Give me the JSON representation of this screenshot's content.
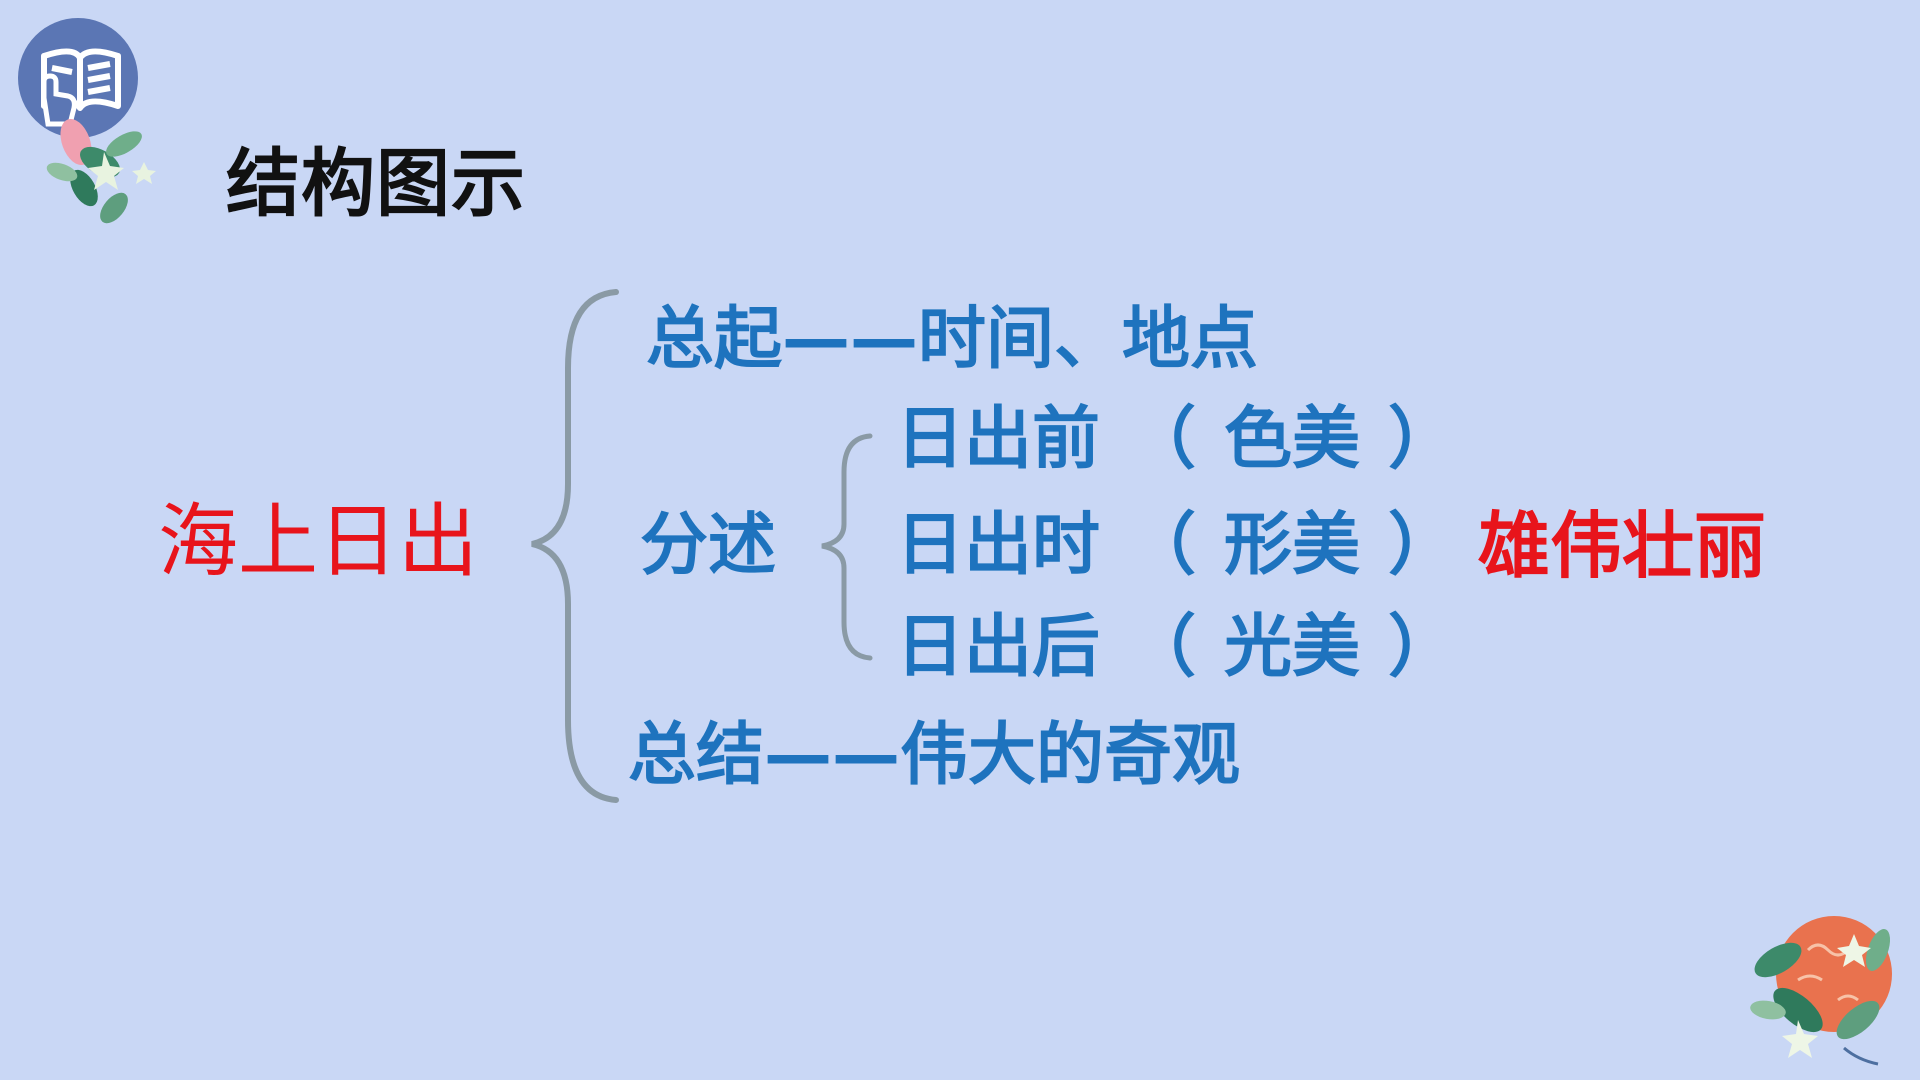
{
  "title": "结构图示",
  "diagram": {
    "root": "海上日出",
    "overview": {
      "label": "总起",
      "dash": "——",
      "content": "时间、地点"
    },
    "detail": {
      "label": "分述",
      "items": [
        {
          "text": "日出前",
          "open": "（",
          "aspect": "色美",
          "close": "）"
        },
        {
          "text": "日出时",
          "open": "（",
          "aspect": "形美",
          "close": "）"
        },
        {
          "text": "日出后",
          "open": "（",
          "aspect": "光美",
          "close": "）"
        }
      ]
    },
    "summary": {
      "label": "总结",
      "dash": "——",
      "content": "伟大的奇观"
    },
    "conclusion": "雄伟壮丽"
  },
  "colors": {
    "background": "#c9d7f5",
    "blue_text": "#1e73be",
    "red_text": "#e8141b",
    "brace": "#8a9aa5"
  },
  "icons": [
    "book-hand-icon",
    "leaf-bouquet-icon"
  ]
}
